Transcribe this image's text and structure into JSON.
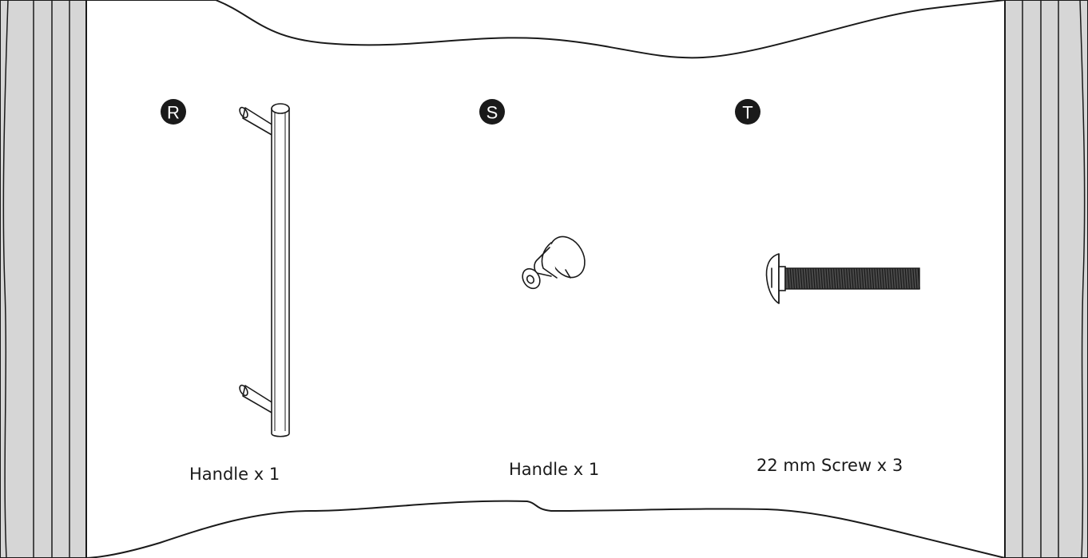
{
  "parts": [
    {
      "letter": "R",
      "label": "Handle x 1",
      "icon": "bar-handle"
    },
    {
      "letter": "S",
      "label": "Handle x 1",
      "icon": "knob-handle"
    },
    {
      "letter": "T",
      "label": "22 mm Screw x 3",
      "icon": "screw"
    }
  ],
  "colors": {
    "ink": "#1a1a1a",
    "strip": "#d6d6d6",
    "paper": "#ffffff"
  }
}
